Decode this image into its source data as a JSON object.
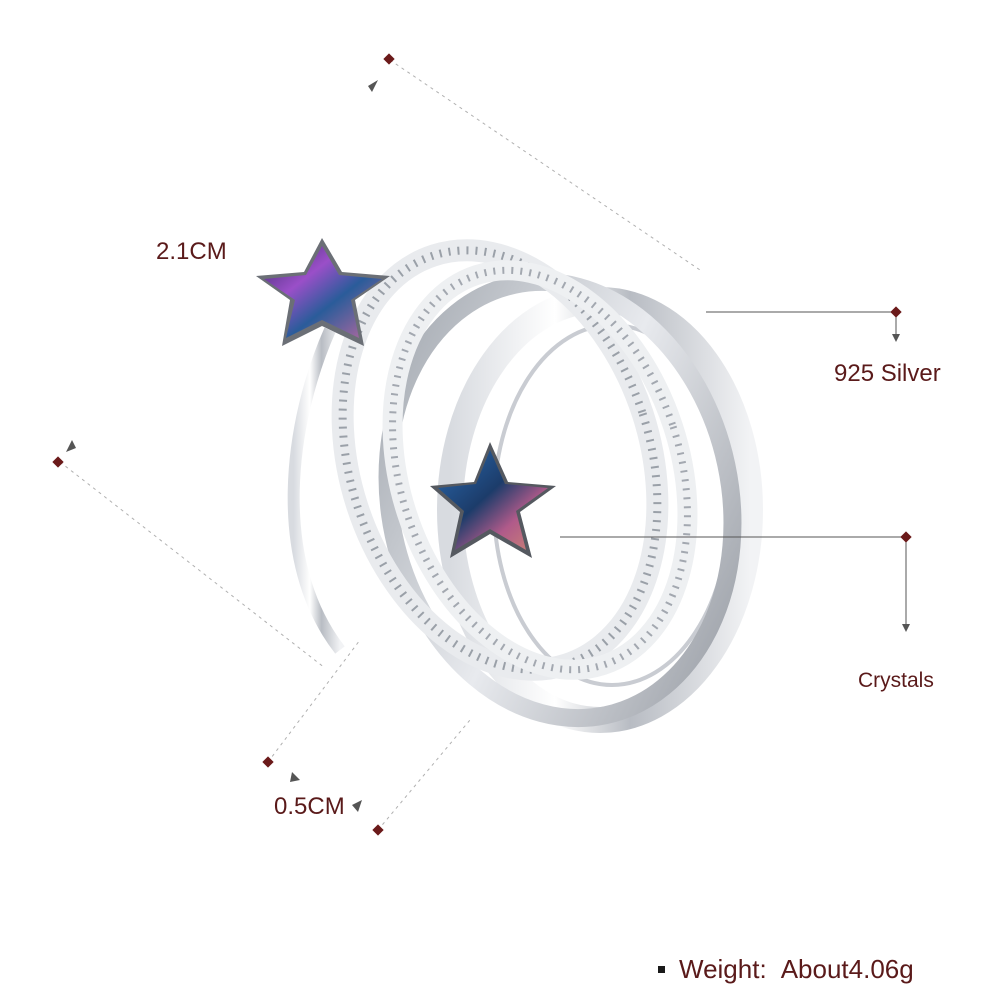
{
  "annotations": {
    "size_top": "2.1CM",
    "material": "925 Silver",
    "stones": "Crystals",
    "size_bottom": "0.5CM"
  },
  "spec": {
    "weight_label": "Weight:",
    "weight_value": "About4.06g"
  },
  "colors": {
    "label_text": "#5a1a1a",
    "marker": "#6b1a1a",
    "leader_line": "#555555",
    "dashed_line": "#b0b0b0"
  },
  "icons": {
    "marker": "diamond-marker-icon",
    "arrow": "arrow-icon",
    "bullet": "square-bullet-icon"
  }
}
